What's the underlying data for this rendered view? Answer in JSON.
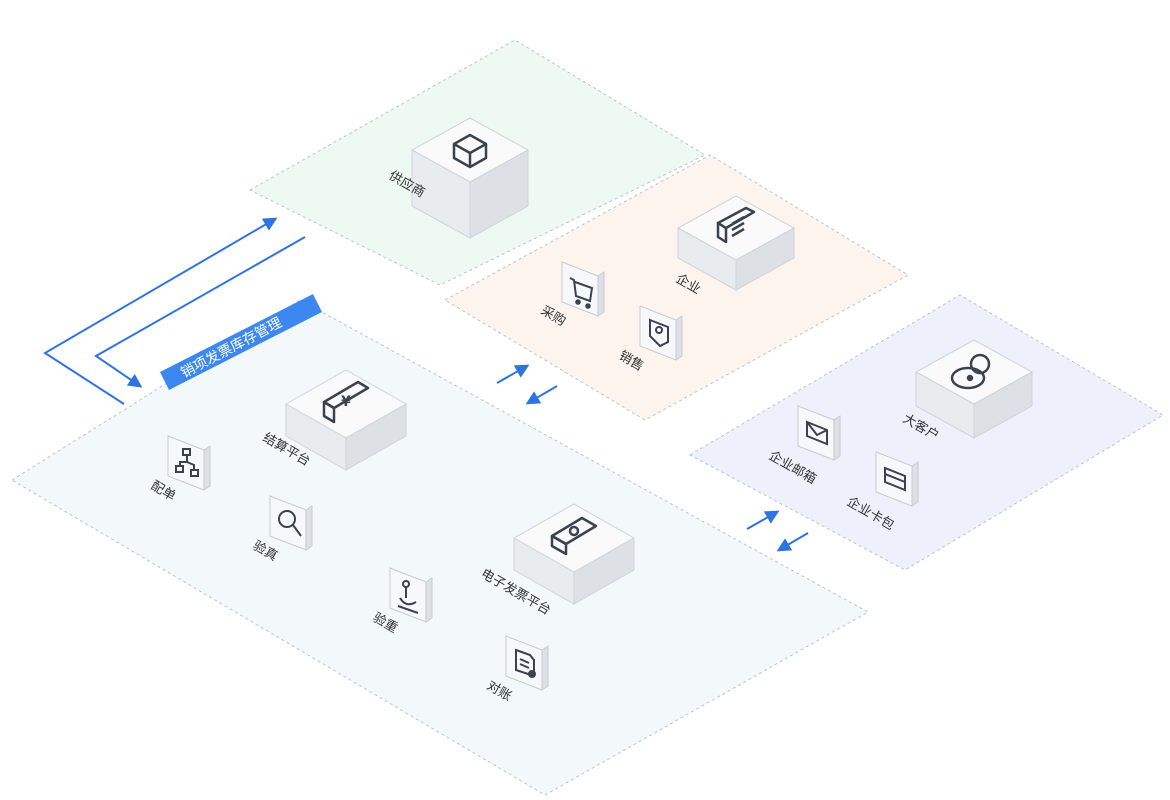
{
  "colors": {
    "arrow": "#2f73e0",
    "banner": "#3d87f0",
    "zone_outline": "#b8c4cf",
    "icon_stroke": "#3a4150"
  },
  "zones": {
    "supplier": {
      "fill": "#eef9f3"
    },
    "enterprise": {
      "fill": "#fdf5ed"
    },
    "customer": {
      "fill": "#eef1fb"
    },
    "platform": {
      "fill": "#f3f8fb"
    }
  },
  "banner": {
    "text": "销项发票库存管理"
  },
  "nodes": {
    "supplier": {
      "label": "供应商",
      "icon": "box-icon"
    },
    "enterprise": {
      "label": "企业",
      "icon": "building-icon"
    },
    "purchase": {
      "label": "采购",
      "icon": "cart-icon"
    },
    "sales": {
      "label": "销售",
      "icon": "tag-icon"
    },
    "big_customer": {
      "label": "大客户",
      "icon": "person-icon"
    },
    "enterprise_mail": {
      "label": "企业邮箱",
      "icon": "mail-icon"
    },
    "enterprise_wallet": {
      "label": "企业卡包",
      "icon": "wallet-icon"
    },
    "settlement": {
      "label": "结算平台",
      "icon": "yen-invoice-icon"
    },
    "matching": {
      "label": "配单",
      "icon": "hierarchy-icon"
    },
    "verify_true": {
      "label": "验真",
      "icon": "magnifier-icon"
    },
    "verify_dup": {
      "label": "验重",
      "icon": "microscope-icon"
    },
    "einvoice": {
      "label": "电子发票平台",
      "icon": "ticket-icon"
    },
    "reconcile": {
      "label": "对账",
      "icon": "document-icon"
    }
  }
}
